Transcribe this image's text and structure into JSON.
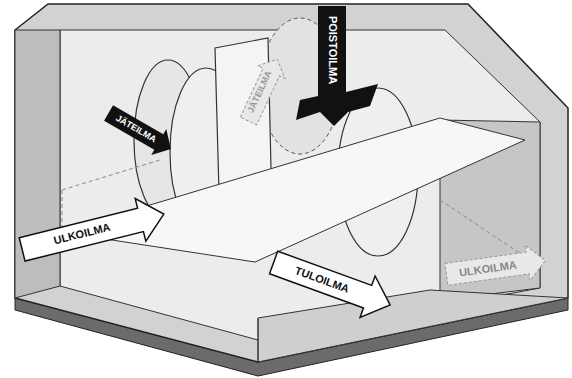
{
  "diagram": {
    "labels": [
      "JÄTEILMA",
      "POISTOILMA",
      "JÄTEILMA",
      "ULKOILMA",
      "ULKOILMA",
      "TULOILMA"
    ]
  }
}
